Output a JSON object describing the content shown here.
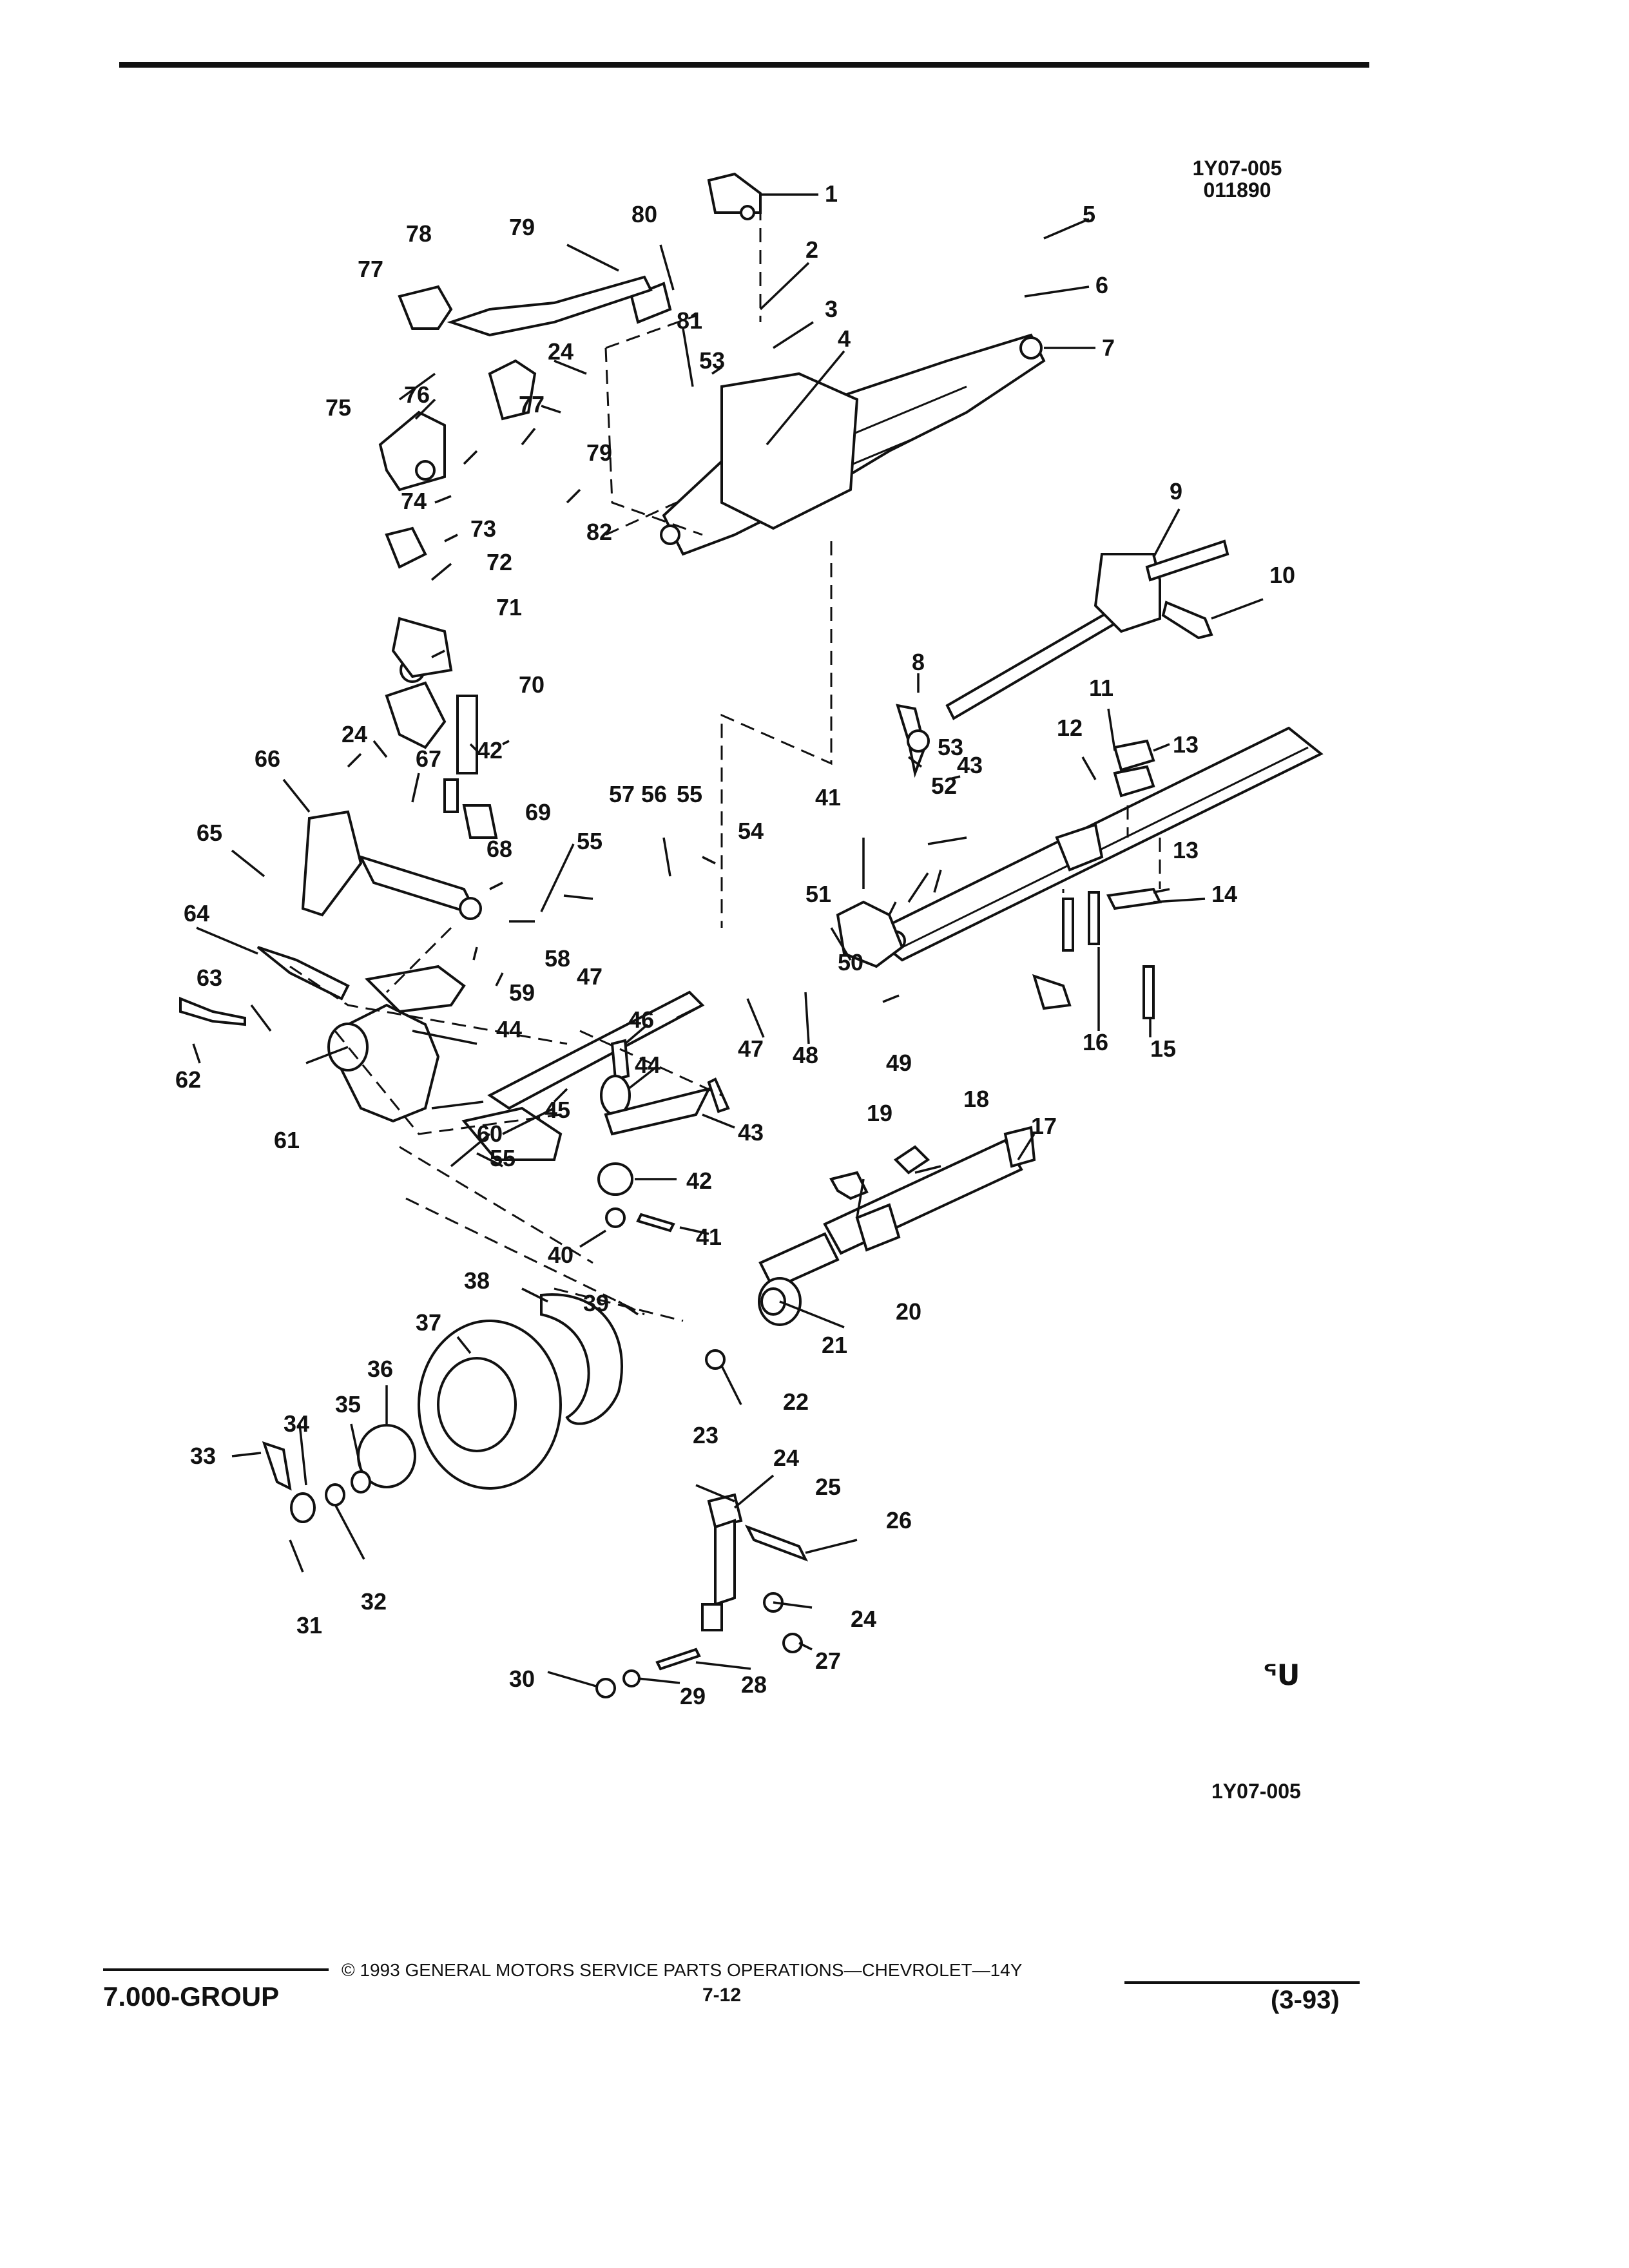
{
  "header": {
    "figure_id": "1Y07-005",
    "figure_code": "011890"
  },
  "figure_id_bottom": "1Y07-005",
  "corner_mark": "ᕐᑌ",
  "callouts": {
    "c1": "1",
    "c2": "2",
    "c3": "3",
    "c4": "4",
    "c5": "5",
    "c6": "6",
    "c7": "7",
    "c8": "8",
    "c9": "9",
    "c10": "10",
    "c11": "11",
    "c12": "12",
    "c13a": "13",
    "c13b": "13",
    "c14": "14",
    "c15": "15",
    "c16": "16",
    "c17": "17",
    "c18": "18",
    "c19": "19",
    "c20": "20",
    "c21": "21",
    "c22": "22",
    "c23": "23",
    "c24a": "24",
    "c24b": "24",
    "c24c": "24",
    "c24d": "24",
    "c25": "25",
    "c26": "26",
    "c27": "27",
    "c28": "28",
    "c29": "29",
    "c30": "30",
    "c31": "31",
    "c32": "32",
    "c33": "33",
    "c34": "34",
    "c35": "35",
    "c36": "36",
    "c37": "37",
    "c38": "38",
    "c39": "39",
    "c40": "40",
    "c41a": "41",
    "c41b": "41",
    "c42a": "42",
    "c42b": "42",
    "c43a": "43",
    "c43b": "43",
    "c44a": "44",
    "c44b": "44",
    "c45": "45",
    "c46": "46",
    "c47a": "47",
    "c47b": "47",
    "c48": "48",
    "c49": "49",
    "c50": "50",
    "c51": "51",
    "c52": "52",
    "c53a": "53",
    "c53b": "53",
    "c54": "54",
    "c55a": "55",
    "c55b": "55",
    "c55c": "55",
    "c56": "56",
    "c57": "57",
    "c58": "58",
    "c59": "59",
    "c60": "60",
    "c61": "61",
    "c62": "62",
    "c63": "63",
    "c64": "64",
    "c65": "65",
    "c66": "66",
    "c67": "67",
    "c68": "68",
    "c69": "69",
    "c70": "70",
    "c71": "71",
    "c72": "72",
    "c73": "73",
    "c74": "74",
    "c75": "75",
    "c76": "76",
    "c77a": "77",
    "c77b": "77",
    "c78": "78",
    "c79a": "79",
    "c79b": "79",
    "c80": "80",
    "c81": "81",
    "c82": "82"
  },
  "footer": {
    "group": "7.000-GROUP",
    "copyright": "© 1993  GENERAL MOTORS SERVICE PARTS OPERATIONS—CHEVROLET—14Y",
    "page": "7-12",
    "date": "(3-93)"
  }
}
